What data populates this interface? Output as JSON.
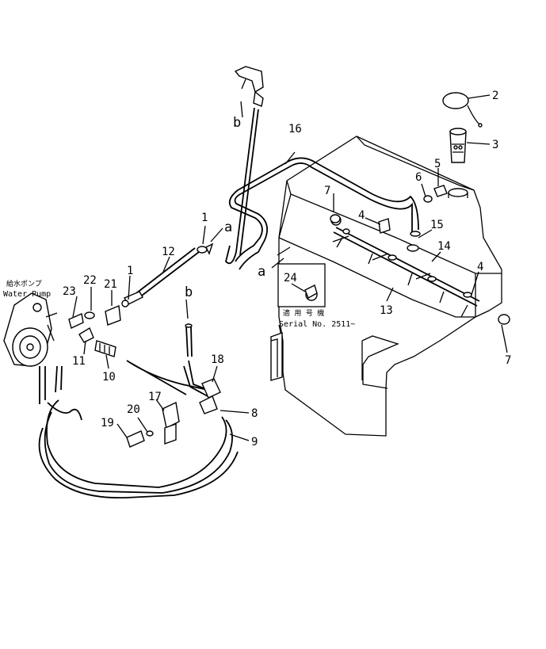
{
  "diagram": {
    "callouts": {
      "c1a": "1",
      "c1b": "1",
      "c2": "2",
      "c3": "3",
      "c4a": "4",
      "c4b": "4",
      "c5": "5",
      "c6": "6",
      "c7a": "7",
      "c7b": "7",
      "c8": "8",
      "c9": "9",
      "c10": "10",
      "c11": "11",
      "c12": "12",
      "c13": "13",
      "c14": "14",
      "c15": "15",
      "c16": "16",
      "c17": "17",
      "c18": "18",
      "c19": "19",
      "c20": "20",
      "c21": "21",
      "c22": "22",
      "c23": "23",
      "c24": "24"
    },
    "letters": {
      "a1": "a",
      "a2": "a",
      "b1": "b",
      "b2": "b"
    },
    "water_pump_jp": "給水ポンプ",
    "water_pump_en": "Water Pump",
    "serial_jp": "適 用 号 機",
    "serial_en": "Serial No. 2511~"
  }
}
